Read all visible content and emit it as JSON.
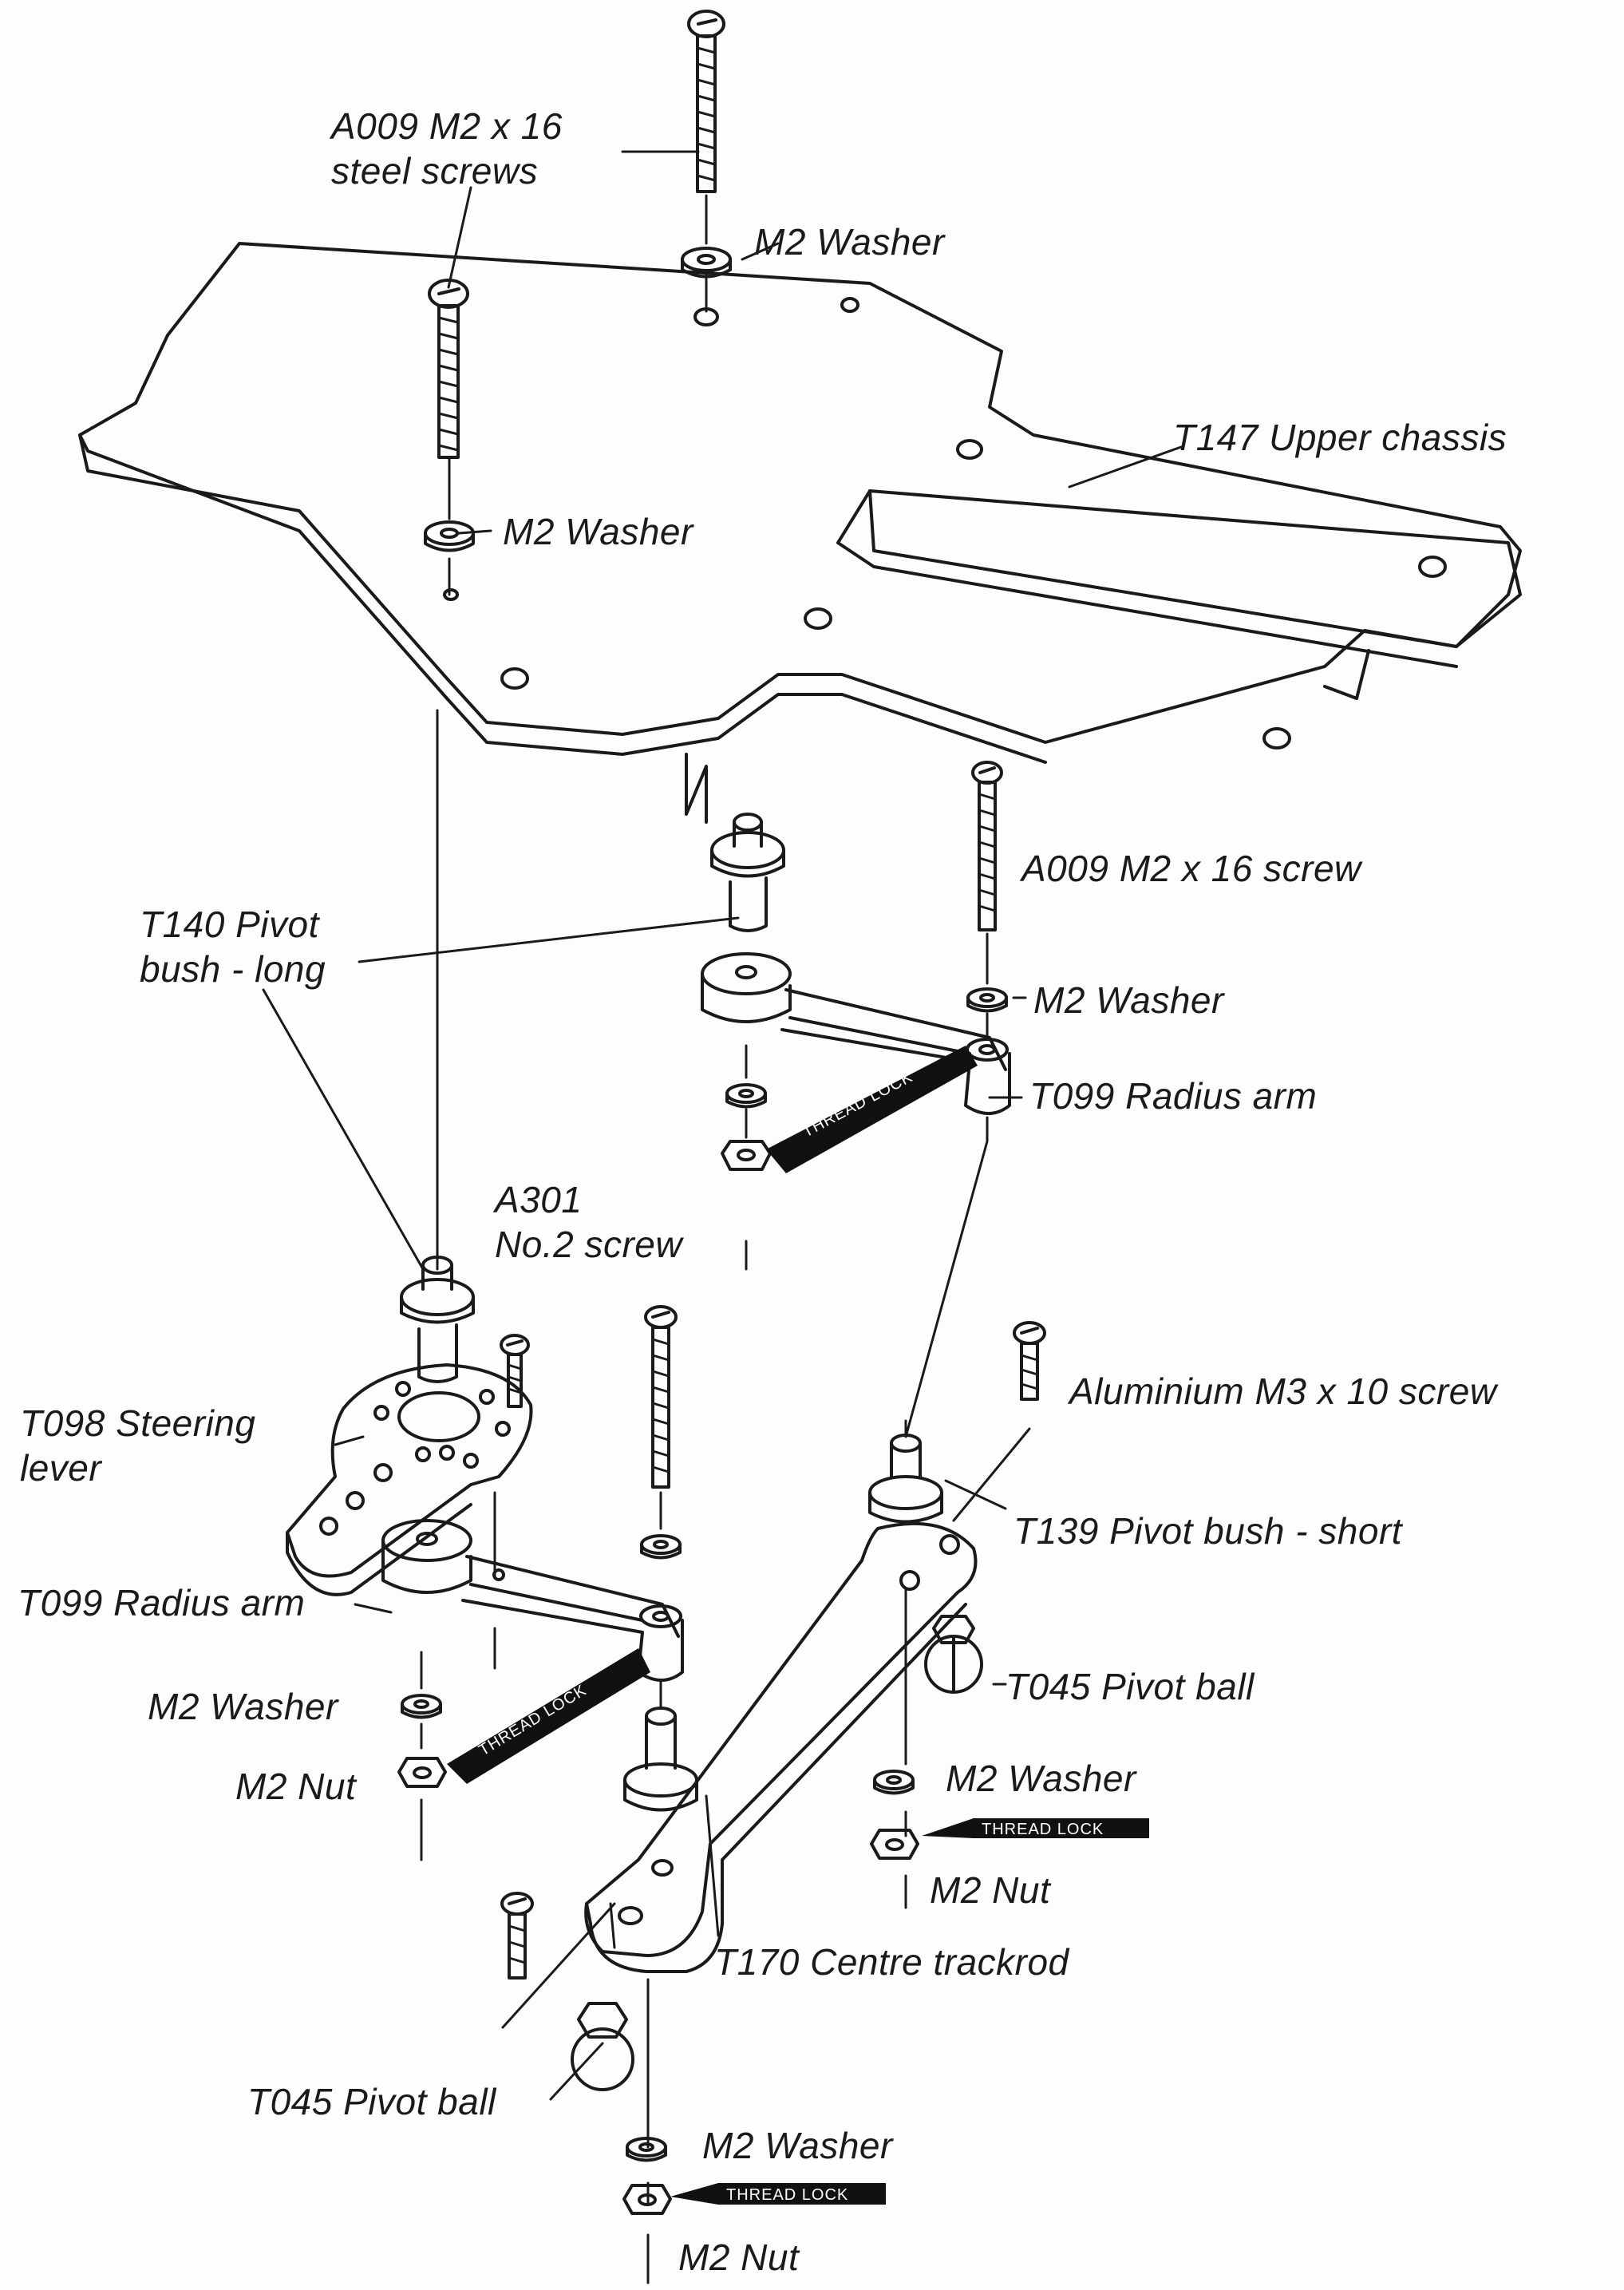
{
  "labels": {
    "a009_screws": [
      "A009 M2 x 16",
      "steel screws"
    ],
    "m2_washer_top": "M2 Washer",
    "t147": "T147 Upper chassis",
    "m2_washer_left": "M2 Washer",
    "a009_screw_right": "A009 M2 x 16 screw",
    "t140": [
      "T140 Pivot",
      "bush - long"
    ],
    "m2_washer_radius": "M2 Washer",
    "t099_upper": "T099 Radius arm",
    "a301": [
      "A301",
      "No.2 screw"
    ],
    "alu_screw": "Aluminium M3 x 10 screw",
    "t098": [
      "T098 Steering",
      "lever"
    ],
    "t139": "T139 Pivot bush - short",
    "t099_lower": "T099 Radius arm",
    "t045_right": "T045 Pivot ball",
    "m2_washer_lower_left": "M2 Washer",
    "m2_washer_lower_right": "M2 Washer",
    "m2_nut_left": "M2 Nut",
    "m2_nut_right": "M2 Nut",
    "t170": "T170 Centre trackrod",
    "t045_left": "T045 Pivot ball",
    "m2_washer_bottom": "M2 Washer",
    "m2_nut_bottom": "M2 Nut"
  },
  "thread_lock_text": "THREAD LOCK",
  "colors": {
    "ink": "#1a1a1a",
    "paper": "#fdfdfc",
    "tag": "#111111"
  }
}
